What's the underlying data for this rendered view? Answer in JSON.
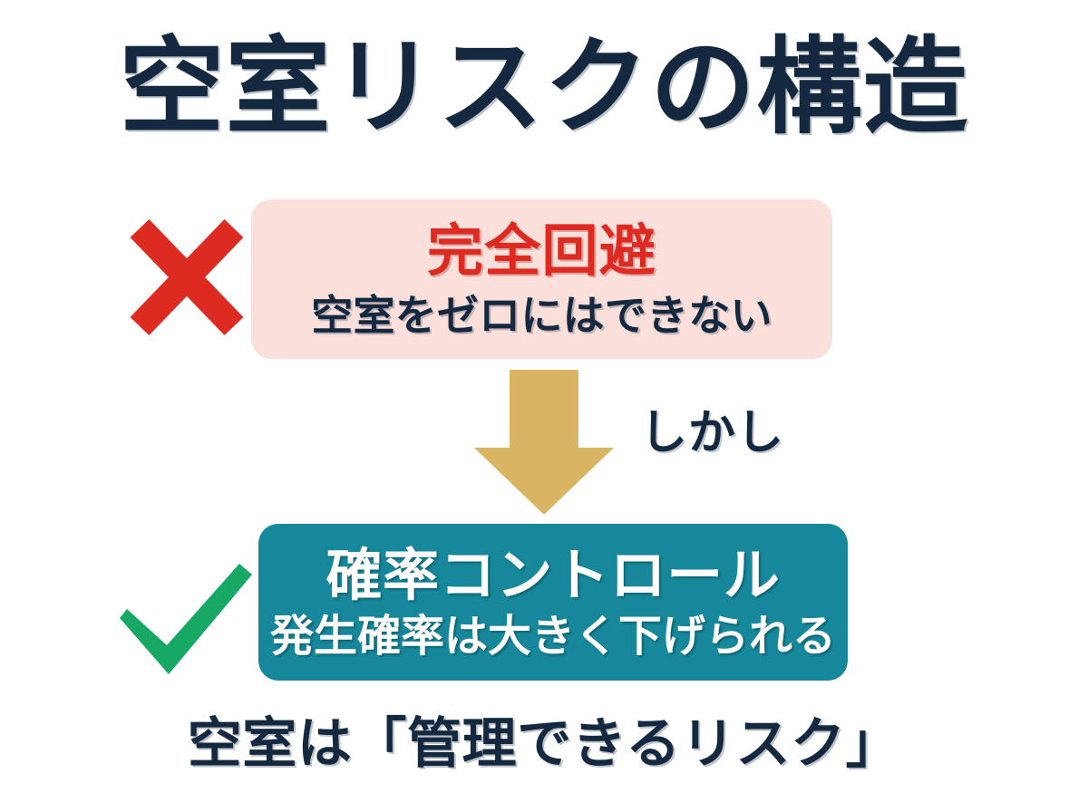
{
  "page": {
    "title": "空室リスクの構造",
    "background_color": "#FFFFFF",
    "navy_color": "#14293F"
  },
  "avoid_card": {
    "icon": "red-x-mark",
    "icon_color": "#DE2B22",
    "background_color": "#FBDFDB",
    "headline": "完全回避",
    "headline_color": "#DE2B22",
    "subtext": "空室をゼロにはできない",
    "subtext_color": "#14293F"
  },
  "connector": {
    "icon": "down-arrow",
    "arrow_color": "#D9B463",
    "label": "しかし",
    "label_color": "#14293F"
  },
  "control_card": {
    "icon": "green-check-mark",
    "icon_color": "#17A866",
    "background_color": "#17889B",
    "headline": "確率コントロール",
    "headline_color": "#FFFFFF",
    "subtext": "発生確率は大きく下げられる",
    "subtext_color": "#FFFFFF"
  },
  "footer": {
    "text": "空室は「管理できるリスク」",
    "color": "#14293F"
  }
}
